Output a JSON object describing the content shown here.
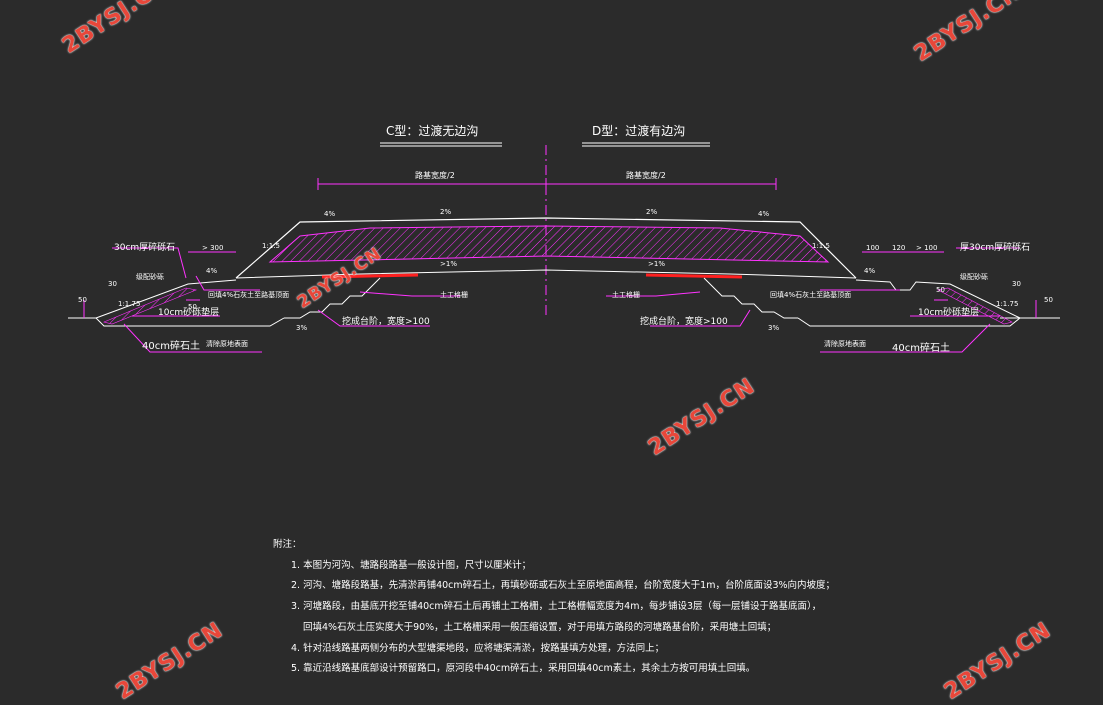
{
  "diagram": {
    "title_left": "C型：过渡无边沟",
    "title_right": "D型：过渡有边沟",
    "half_width_left": "路基宽度/2",
    "half_width_right": "路基宽度/2",
    "slopes": {
      "outer_left": "4%",
      "inner_left": "2%",
      "inner_right": "2%",
      "outer_right": "4%",
      "shoulder_left": "4%",
      "shoulder_right": "4%",
      "grid_left": ">1%",
      "grid_right": ">1%",
      "batter_left": "1:1.5",
      "batter_right": "1:1.5",
      "toe_left": "1:1.75",
      "toe_right": "1:1.75",
      "step_left": "3%",
      "step_right": "3%"
    },
    "dimensions": {
      "left_300": "> 300",
      "left_50": "50",
      "left_50b": "50",
      "left_30": "30",
      "right_100": "100",
      "right_120": "120",
      "right_100b": "> 100",
      "right_50": "50",
      "right_50b": "50",
      "right_30": "30"
    },
    "labels": {
      "left_30cm": "30cm厚碎砾石",
      "right_30cm": "厚30cm厚碎砾石",
      "left_sand": "级配砂砾",
      "right_sand": "级配砂砾",
      "left_lime": "回填4%石灰土至路基顶面",
      "right_lime": "回填4%石灰土至路基顶面",
      "left_geo": "土工格栅",
      "right_geo": "土工格栅",
      "left_bench": "挖成台阶，宽度>100",
      "right_bench": "挖成台阶，宽度>100",
      "left_10cm": "10cm砂砾垫层",
      "right_10cm": "10cm砂砾垫层",
      "left_40cm": "40cm碎石土",
      "right_40cm": "40cm碎石土",
      "left_sub": "清除原地表面",
      "right_sub": "清除原地表面"
    }
  },
  "notes": {
    "heading": "附注：",
    "items": [
      "1. 本图为河沟、塘路段路基一般设计图，尺寸以厘米计；",
      "2. 河沟、塘路段路基，先清淤再铺40cm碎石土，再填砂砾或石灰土至原地面高程，台阶宽度大于1m，台阶底面设3%向内坡度；",
      "3. 河塘路段，由基底开挖至铺40cm碎石土后再铺土工格栅，土工格栅幅宽度为4m，每步铺设3层（每一层铺设于路基底面），",
      "回填4%石灰土压实度大于90%，土工格栅采用一般压缩设置，对于用填方路段的河塘路基台阶，采用塘土回填；",
      "4. 针对沿线路基两侧分布的大型塘渠地段，应将塘渠清淤，按路基填方处理，方法同上；",
      "5. 靠近沿线路基底部设计预留路口，原河段中40cm碎石土，采用回填40cm素土，其余土方按可用填土回填。"
    ]
  },
  "watermarks": [
    "2BYSJ.CN",
    "2BYSJ.CN",
    "2BYSJ.CN",
    "2BYSJ.CN",
    "2BYSJ.CN",
    "2BYSJ.CN"
  ],
  "colors": {
    "background": "#2b2b2b",
    "lines": "#ffffff",
    "dimensions": "#ff33ff",
    "geogrid": "#ff2020",
    "watermark": "#e8473a"
  }
}
